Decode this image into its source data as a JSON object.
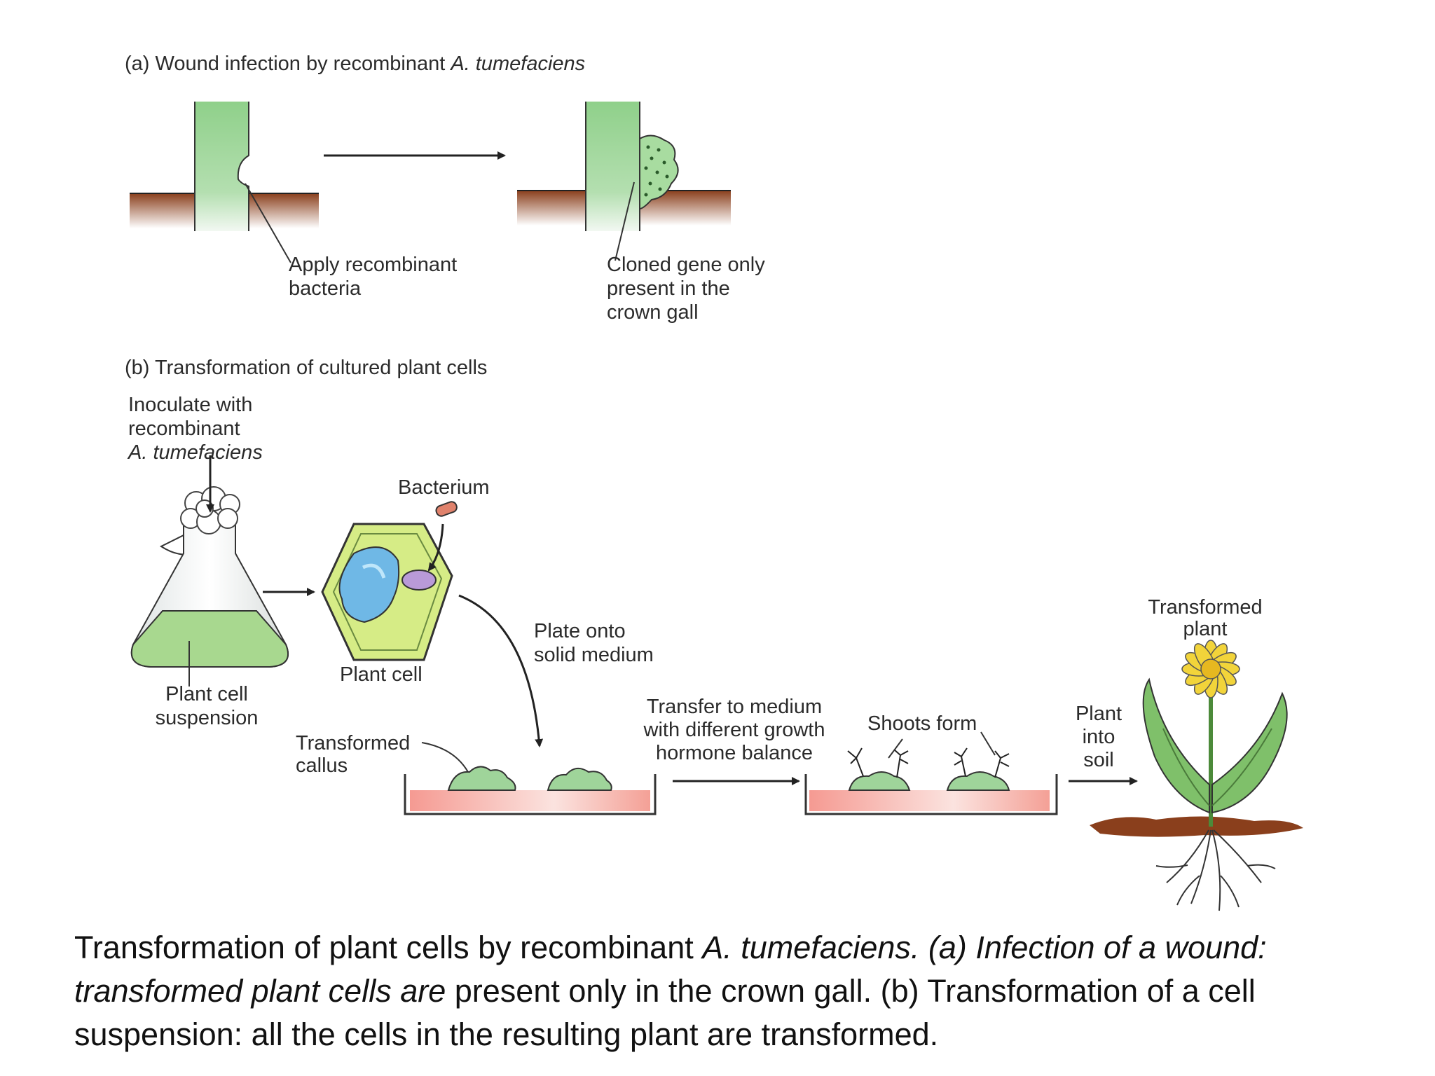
{
  "panel_a": {
    "title_prefix": "(a) Wound infection by recombinant ",
    "title_species": "A. tumefaciens",
    "label_apply_line1": "Apply recombinant",
    "label_apply_line2": "bacteria",
    "label_cloned_line1": "Cloned gene only",
    "label_cloned_line2": "present in the",
    "label_cloned_line3": "crown gall"
  },
  "panel_b": {
    "title": "(b) Transformation of cultured plant cells",
    "inoculate_line1": "Inoculate with",
    "inoculate_line2": "recombinant",
    "inoculate_line3": "A. tumefaciens",
    "bacterium": "Bacterium",
    "plant_cell": "Plant cell",
    "suspension_line1": "Plant cell",
    "suspension_line2": "suspension",
    "plate_line1": "Plate onto",
    "plate_line2": "solid medium",
    "callus_line1": "Transformed",
    "callus_line2": "callus",
    "transfer_line1": "Transfer to medium",
    "transfer_line2": "with different growth",
    "transfer_line3": "hormone balance",
    "shoots": "Shoots form",
    "soil_line1": "Plant",
    "soil_line2": "into",
    "soil_line3": "soil",
    "plant_line1": "Transformed",
    "plant_line2": "plant"
  },
  "caption": {
    "part1": "Transformation of plant cells by recombinant ",
    "part2_italic": "A. tumefaciens. (a) Infection of a wound: transformed plant cells are",
    "part3": " present only in the crown gall. (b) Transformation of a cell suspension: all the cells in the resulting plant are transformed."
  },
  "colors": {
    "stem_green": "#9fd49a",
    "soil_brown": "#8a3f1c",
    "flask_liquid": "#a8d88f",
    "cell_fill": "#d6ec86",
    "vacuole": "#6fb8e6",
    "nucleus": "#b99ad8",
    "bacterium": "#e0826c",
    "medium_pink": "#f4a8a0",
    "flower_yellow": "#f2d43a"
  }
}
